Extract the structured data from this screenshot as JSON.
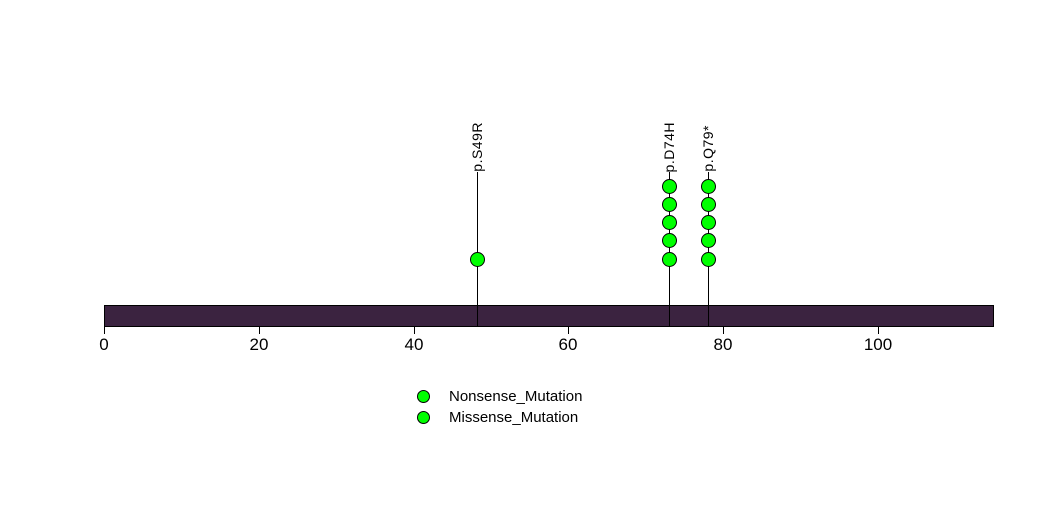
{
  "figure": {
    "background_color": "#ffffff",
    "text_color": "#000000"
  },
  "chart_data": {
    "type": "lollipop",
    "title": "",
    "xlabel": "",
    "ylabel": "",
    "grid": false,
    "axis_color": "#000000",
    "xlim": [
      0,
      115
    ],
    "xticks": [
      0,
      20,
      40,
      60,
      80,
      100
    ],
    "protein_bar": {
      "start": 0,
      "end": 115,
      "fill_color": "#3B2340",
      "border_color": "#000000"
    },
    "mutations": [
      {
        "label": "p.S49R",
        "position": 48.2,
        "count": 1,
        "marker_color": "#00FF00"
      },
      {
        "label": "p.D74H",
        "position": 73.0,
        "count": 5,
        "marker_color": "#00FF00"
      },
      {
        "label": "p.Q79*",
        "position": 78.0,
        "count": 5,
        "marker_color": "#00FF00"
      }
    ],
    "legend": {
      "position": "bottom-center",
      "entries": [
        {
          "label": "Nonsense_Mutation",
          "marker": "circle",
          "marker_color": "#00FF00"
        },
        {
          "label": "Missense_Mutation",
          "marker": "circle",
          "marker_color": "#00FF00"
        }
      ]
    }
  }
}
